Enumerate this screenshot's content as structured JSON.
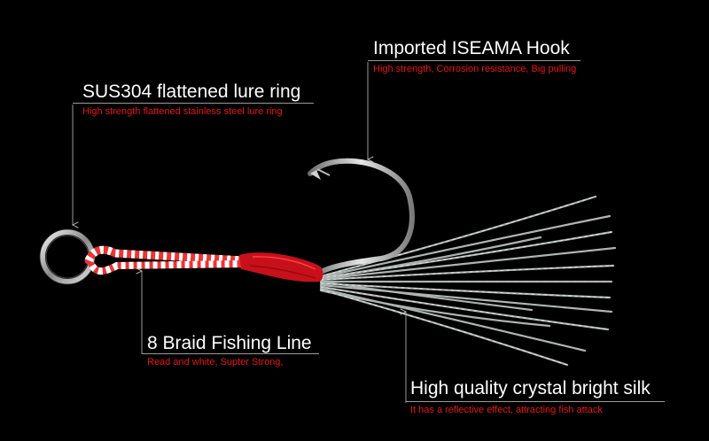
{
  "callouts": {
    "ring": {
      "title": "SUS304 flattened lure ring",
      "subtitle": "High strength flattened stainless steel lure ring"
    },
    "hook": {
      "title": "Imported ISEAMA Hook",
      "subtitle": "High strength, Corrosion resistance, Big pulling"
    },
    "braid": {
      "title": "8 Braid Fishing Line",
      "subtitle": "Read and white, Supter Strong,"
    },
    "silk": {
      "title": "High quality crystal bright silk",
      "subtitle": "It has a reflective effect, attracting fish attack"
    }
  },
  "colors": {
    "background": "#000000",
    "title_text": "#ffffff",
    "subtitle_text": "#e8141c",
    "leader_lines": "#9a9a9a",
    "braid_red": "#d81e1e",
    "wrap_red": "#c8101a",
    "metal": "#c9c9c9"
  },
  "icons": [
    "split-ring",
    "fishing-hook",
    "braided-line",
    "crystal-silk-skirt",
    "arrow-head"
  ]
}
